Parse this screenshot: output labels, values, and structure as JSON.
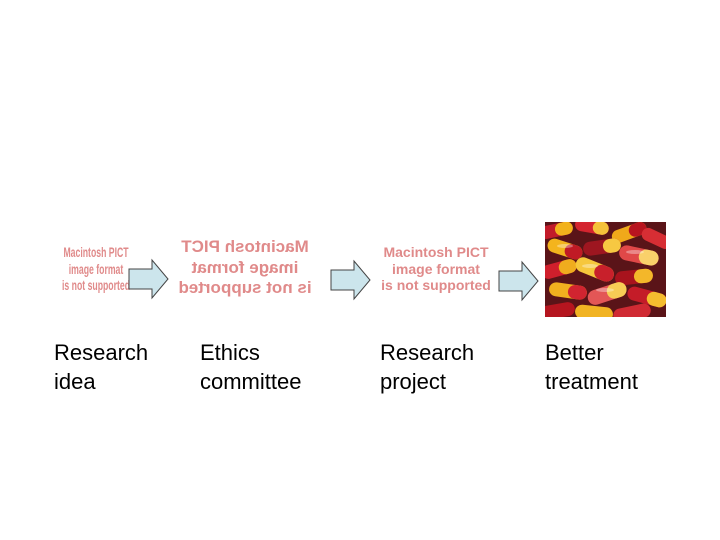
{
  "placeholder_text": [
    "Macintosh PICT",
    "image format",
    "is not supported"
  ],
  "arrow_color": "#cce5ec",
  "arrow_stroke": "#444444",
  "pict_text_color": "#e08a8a",
  "stages": [
    {
      "label_lines": [
        "Research",
        "idea"
      ]
    },
    {
      "label_lines": [
        "Ethics",
        "committee"
      ]
    },
    {
      "label_lines": [
        "Research",
        "project"
      ]
    },
    {
      "label_lines": [
        "Better",
        "treatment"
      ]
    }
  ]
}
